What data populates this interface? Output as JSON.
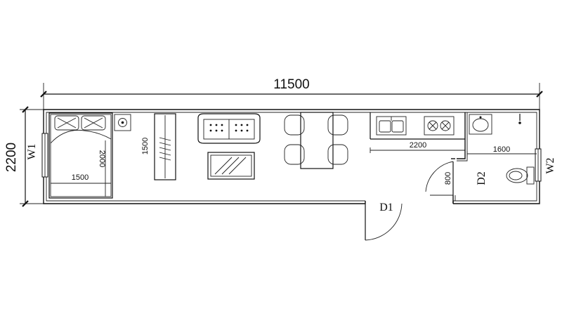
{
  "dimensions": {
    "overall_length": "11500",
    "overall_width": "2200",
    "bed_width": "1500",
    "bed_length": "2000",
    "wardrobe_length": "1500",
    "kitchen_length": "2200",
    "bathroom_length": "1600",
    "bathroom_door_width": "800"
  },
  "openings": {
    "window_left": "W1",
    "window_right": "W2",
    "entry_door": "D1",
    "bathroom_door": "D2"
  }
}
